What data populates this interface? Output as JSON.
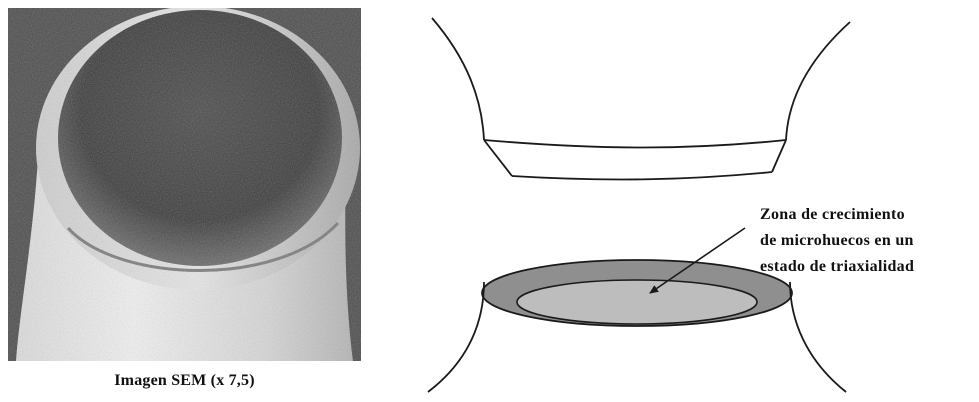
{
  "sem_image": {
    "caption": "Imagen SEM (x 7,5)"
  },
  "schematic": {
    "annotation_lines": [
      "Zona de crecimiento",
      "de microhuecos en un",
      "estado de triaxialidad"
    ],
    "colors": {
      "outline": "#1a1a1a",
      "fracture_fill": "#8f8f8f",
      "inner_zone_fill": "#bdbdbd"
    }
  }
}
